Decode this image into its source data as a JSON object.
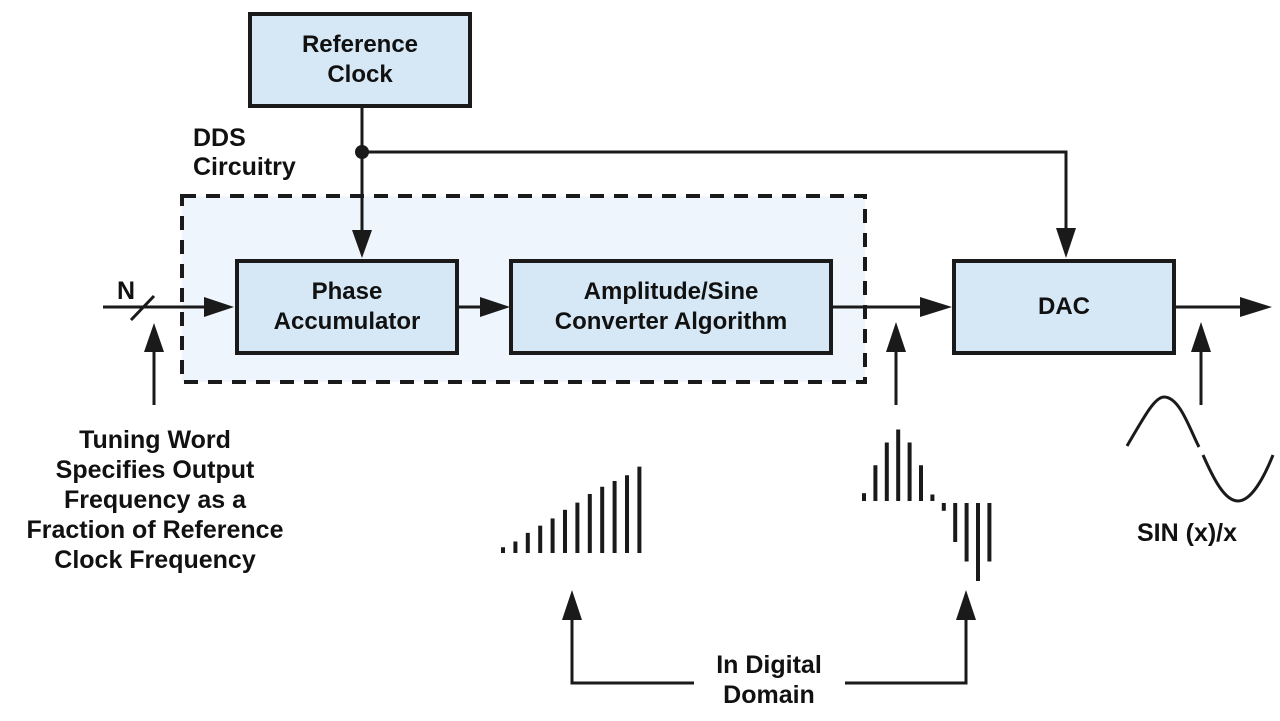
{
  "diagram": {
    "title_region_label": [
      "DDS",
      "Circuitry"
    ],
    "blocks": {
      "reference_clock": [
        "Reference",
        "Clock"
      ],
      "phase_accumulator": [
        "Phase",
        "Accumulator"
      ],
      "amplitude_converter": [
        "Amplitude/Sine",
        "Converter Algorithm"
      ],
      "dac": [
        "DAC"
      ]
    },
    "input_bus_label": "N",
    "tuning_word_note": [
      "Tuning Word",
      "Specifies Output",
      "Frequency as a",
      "Fraction of Reference",
      "Clock Frequency"
    ],
    "digital_domain_label": [
      "In Digital",
      "Domain"
    ],
    "output_waveform_label": "SIN (x)/x",
    "waveforms": {
      "phase_ramp_samples": [
        0.08,
        0.16,
        0.28,
        0.38,
        0.48,
        0.6,
        0.7,
        0.82,
        0.92,
        1.0,
        1.08,
        1.2
      ],
      "sampled_sine_samples": [
        0.12,
        0.55,
        0.9,
        1.1,
        0.9,
        0.55,
        0.1,
        -0.12,
        -0.6,
        -0.9,
        -1.2,
        -0.9
      ]
    },
    "colors": {
      "block_fill": "#d6e8f6",
      "dds_region_fill": "#eef5fc",
      "line": "#1a1a1a"
    }
  }
}
